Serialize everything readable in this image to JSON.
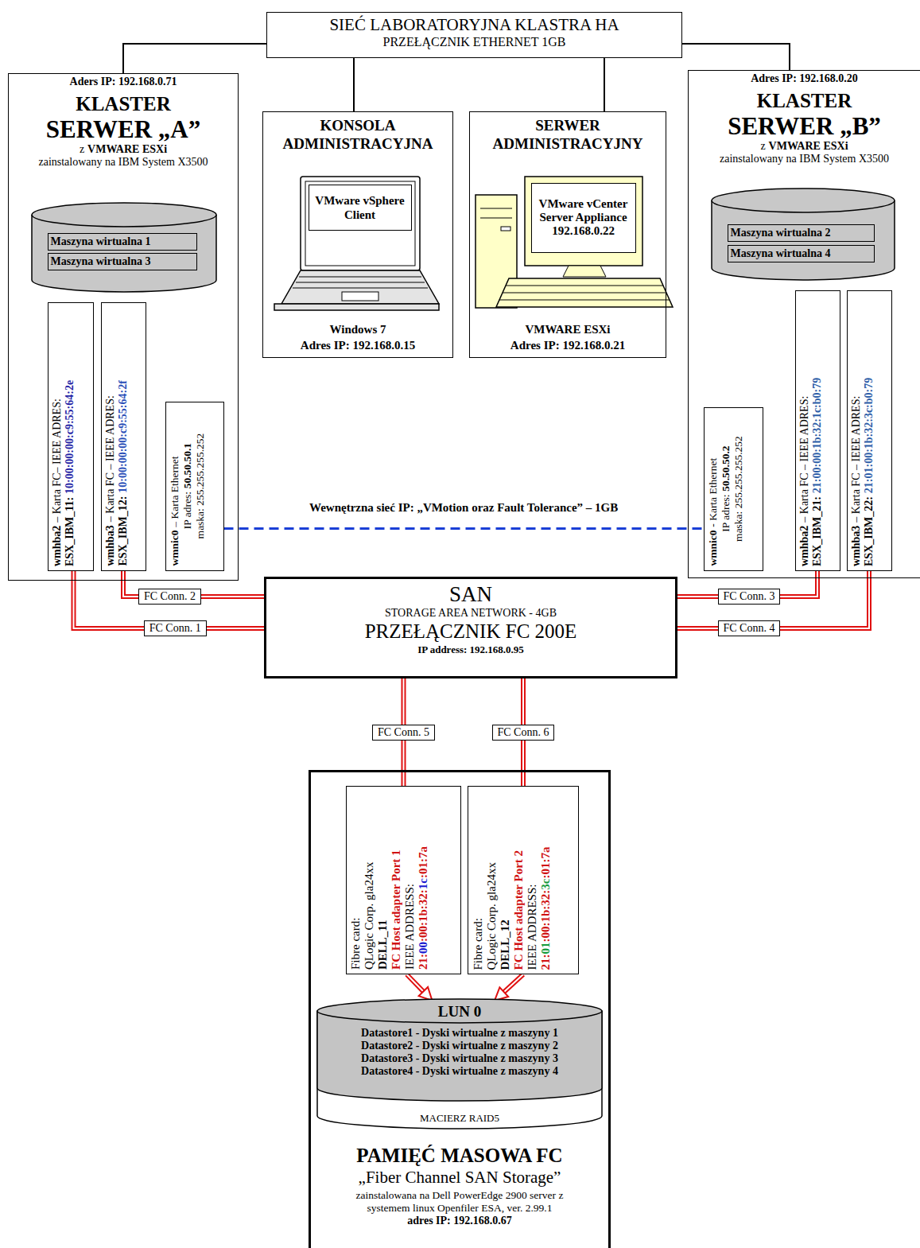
{
  "diagram": {
    "nodes": [
      {
        "text": [
          "SIEĆ LABORATORYJNA KLASTRA HA",
          "PRZEŁĄCZNIK ETHERNET 1GB"
        ]
      },
      {
        "text": [
          "Aders IP: 192.168.0.71",
          "KLASTER",
          "SERWER „A”",
          "z",
          "VMWARE ESXi",
          "zainstalowany na IBM System X3500"
        ]
      },
      {
        "text": [
          "Maszyna wirtualna 1"
        ],
        "in": 1
      },
      {
        "text": [
          "Maszyna wirtualna 3"
        ],
        "in": 1
      },
      {
        "text": [
          "wmhba2",
          "– Karta FC– IEEE ADRES:",
          "ESX_IBM_11:",
          "10:00:00:00:c9:55:64:2e"
        ],
        "in": 1
      },
      {
        "text": [
          "wmhba3",
          "– Karta FC – IEEE ADRES:",
          "ESX_IBM_12:",
          "10:00:00:00:c9:55:64:2f"
        ],
        "in": 1
      },
      {
        "text": [
          "wmnic0",
          "– Karta Ethernet",
          "IP adres:",
          "50.50.50.1",
          "maska: 255.255.255.252"
        ],
        "in": 1
      },
      {
        "text": [
          "KONSOLA ADMINISTRACYJNA",
          "Windows 7",
          "Adres IP: 192.168.0.15"
        ]
      },
      {
        "text": [
          "VMware vSphere Client"
        ],
        "in": 7
      },
      {
        "text": [
          "SERWER ADMINISTRACYJNY",
          "VMWARE ESXi",
          "Adres IP: 192.168.0.21"
        ]
      },
      {
        "text": [
          "VMware vCenter Server Appliance 192.168.0.22"
        ],
        "in": 9
      },
      {
        "text": [
          "Adres IP: 192.168.0.20",
          "KLASTER",
          "SERWER „B”",
          "z",
          "VMWARE ESXi",
          "zainstalowany na IBM System X3500"
        ]
      },
      {
        "text": [
          "Maszyna wirtualna 2"
        ],
        "in": 11
      },
      {
        "text": [
          "Maszyna wirtualna 4"
        ],
        "in": 11
      },
      {
        "text": [
          "wmhba2",
          "– Karta FC – IEEE ADRES:",
          "ESX_IBM_21:",
          "21:00:00:1b:32:1c:b0:79"
        ],
        "in": 11
      },
      {
        "text": [
          "wmhba3",
          "– Karta FC – IEEE ADRES:",
          "ESX_IBM_22:",
          "21:01:00:1b:32:3c:b0:79"
        ],
        "in": 11
      },
      {
        "text": [
          "wmnic0",
          "- Karta Ethernet",
          "IP adres:",
          "50.50.50.2",
          "maska: 255.255.255.252"
        ],
        "in": 11
      },
      {
        "text": [
          "SAN",
          "STORAGE AREA NETWORK - 4GB",
          "PRZEŁĄCZNIK FC 200E",
          "IP address: 192.168.0.95"
        ]
      },
      {
        "text": [
          "PAMIĘĆ MASOWA FC",
          "„Fiber Channel SAN Storage”",
          "zainstalowana na Dell PowerEdge 2900 server z systemem linux Openfiler ESA, ver. 2.99.1",
          "adres IP: 192.168.0.67"
        ]
      },
      {
        "text": [
          "Fibre card:",
          "QLogic Corp. gla24xx",
          "DELL_11",
          "FC Host adapter Port 1",
          "IEEE ADDRESS:",
          "21:",
          "00",
          ":00:1b:32:",
          "1c",
          ":01:7a"
        ],
        "in": 18
      },
      {
        "text": [
          "Fibre card:",
          "QLogic Corp. gla24xx",
          "DELL_12",
          "FC Host adapter Port 2",
          "IEEE ADDRESS:",
          "21:",
          "01",
          ":00:1b:32:",
          "3c",
          ":01:7a"
        ],
        "in": 18
      },
      {
        "text": [
          "LUN 0",
          "Datastore1 - Dyski wirtualne z maszyny 1",
          "Datastore2 - Dyski wirtualne z maszyny 2",
          "Datastore3 - Dyski wirtualne z maszyny 3",
          "Datastore4 - Dyski wirtualne z maszyny 4",
          "MACIERZ RAID5"
        ],
        "in": 18
      }
    ],
    "edges": [
      {
        "from": 0,
        "to": 1,
        "arrow": "none"
      },
      {
        "from": 0,
        "to": 7,
        "arrow": "none"
      },
      {
        "from": 0,
        "to": 9,
        "arrow": "none"
      },
      {
        "from": 0,
        "to": 11,
        "arrow": "none"
      },
      {
        "from": 6,
        "to": 16,
        "arrow": "none",
        "label": "Wewnętrzna sieć IP: „VMotion oraz Fault Tolerance” – 1GB"
      },
      {
        "from": 4,
        "to": 17,
        "arrow": "none",
        "label": "FC Conn. 1"
      },
      {
        "from": 5,
        "to": 17,
        "arrow": "none",
        "label": "FC Conn. 2"
      },
      {
        "from": 14,
        "to": 17,
        "arrow": "none",
        "label": "FC Conn. 3"
      },
      {
        "from": 15,
        "to": 17,
        "arrow": "none",
        "label": "FC Conn. 4"
      },
      {
        "from": 17,
        "to": 19,
        "arrow": "none",
        "label": "FC Conn. 5"
      },
      {
        "from": 17,
        "to": 20,
        "arrow": "none",
        "label": "FC Conn. 6"
      },
      {
        "from": 19,
        "to": 21,
        "arrow": "to"
      },
      {
        "from": 20,
        "to": 21,
        "arrow": "to"
      }
    ]
  }
}
